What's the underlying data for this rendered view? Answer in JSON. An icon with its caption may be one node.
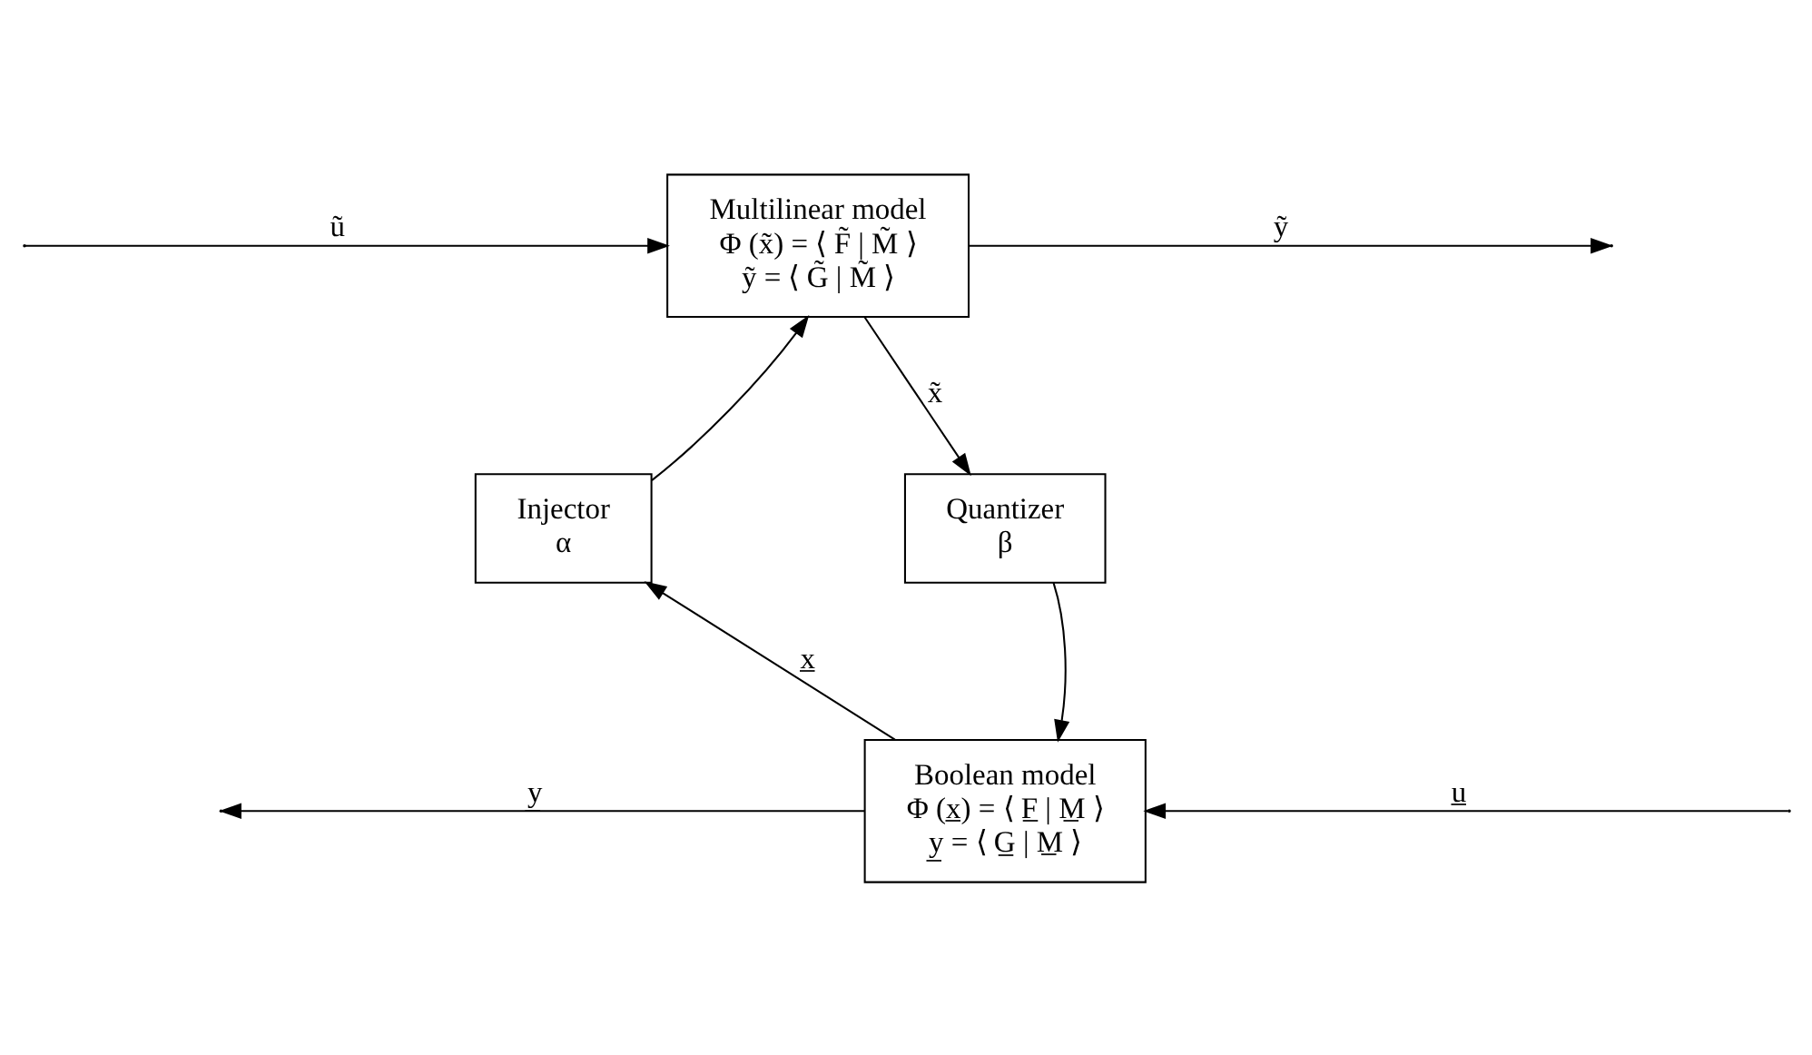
{
  "diagram": {
    "nodes": [
      {
        "text": [
          "Multilinear model",
          "Φ (x̃) = ⟨ F̃ | M̃ ⟩",
          "ỹ = ⟨ G̃ | M̃ ⟩"
        ]
      },
      {
        "text": [
          "Injector",
          "α"
        ]
      },
      {
        "text": [
          "Quantizer",
          "β"
        ]
      },
      {
        "text": [
          "Boolean model",
          "Φ (x̲) = ⟨ F̲ | M̲ ⟩",
          "y̲ = ⟨ G̲ | M̲ ⟩"
        ]
      }
    ],
    "edges": [
      {
        "from": null,
        "to": 0,
        "arrow": "to",
        "label": "ũ"
      },
      {
        "from": 0,
        "to": null,
        "arrow": "to",
        "label": "ỹ"
      },
      {
        "from": 1,
        "to": 0,
        "arrow": "to"
      },
      {
        "from": 0,
        "to": 2,
        "arrow": "to",
        "label": "x̃"
      },
      {
        "from": 2,
        "to": 3,
        "arrow": "to"
      },
      {
        "from": 3,
        "to": 1,
        "arrow": "to",
        "label": "x̲"
      },
      {
        "from": 3,
        "to": null,
        "arrow": "to",
        "label": "y̲"
      },
      {
        "from": null,
        "to": 3,
        "arrow": "to",
        "label": "u̲"
      }
    ]
  }
}
